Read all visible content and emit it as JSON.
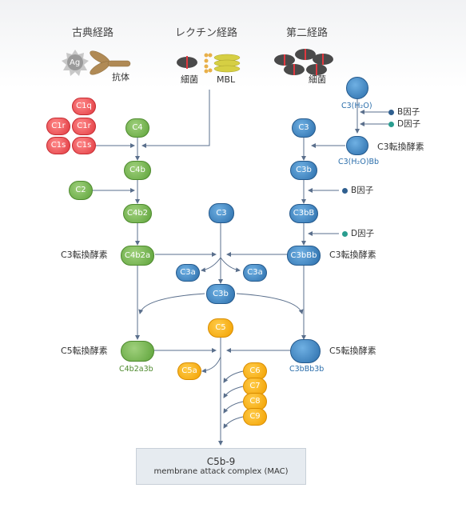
{
  "headers": {
    "classical": "古典経路",
    "lectin": "レクチン経路",
    "alternative": "第二経路"
  },
  "labels": {
    "antibody": "抗体",
    "bacteria_lectin": "細菌",
    "mbl": "MBL",
    "bacteria_alt": "細菌",
    "ag": "Ag",
    "c3_convertase_left": "C3転換酵素",
    "c3_convertase_right": "C3転換酵素",
    "c3_convertase_top": "C3転換酵素",
    "c5_convertase_left": "C5転換酵素",
    "c5_convertase_right": "C5転換酵素",
    "factor_b_1": "B因子",
    "factor_d_1": "D因子",
    "factor_b_2": "B因子",
    "factor_d_2": "D因子",
    "c3h2o_caption": "C3(H₂O)",
    "c3h2obb_caption": "C3(H₂O)Bb",
    "c4b2a3b_caption": "C4b2a3b",
    "c3bbb3b_caption": "C3bBb3b"
  },
  "nodes": {
    "c1q": "C1q",
    "c1r_a": "C1r",
    "c1r_b": "C1r",
    "c1s_a": "C1s",
    "c1s_b": "C1s",
    "c4": "C4",
    "c4b": "C4b",
    "c2": "C2",
    "c4b2": "C4b2",
    "c4b2a": "C4b2a",
    "c3_mid": "C3",
    "c3a_left": "C3a",
    "c3a_right": "C3a",
    "c3b_mid": "C3b",
    "c3_right": "C3",
    "c3b_right": "C3b",
    "c3bb": "C3bB",
    "c3bbb": "C3bBb",
    "c5": "C5",
    "c5a": "C5a",
    "c6": "C6",
    "c7": "C7",
    "c8": "C8",
    "c9": "C9"
  },
  "mac": {
    "title": "C5b-9",
    "subtitle": "membrane attack complex (MAC)"
  },
  "colors": {
    "classical_green": "#5ea33a",
    "alternative_blue": "#2b6eab",
    "terminal_orange": "#f2a000",
    "c1_red": "#e0383f",
    "factor_b_dot": "#2f5f8f",
    "factor_d_dot": "#2a9d8f",
    "arrow": "#5a6f8c"
  }
}
